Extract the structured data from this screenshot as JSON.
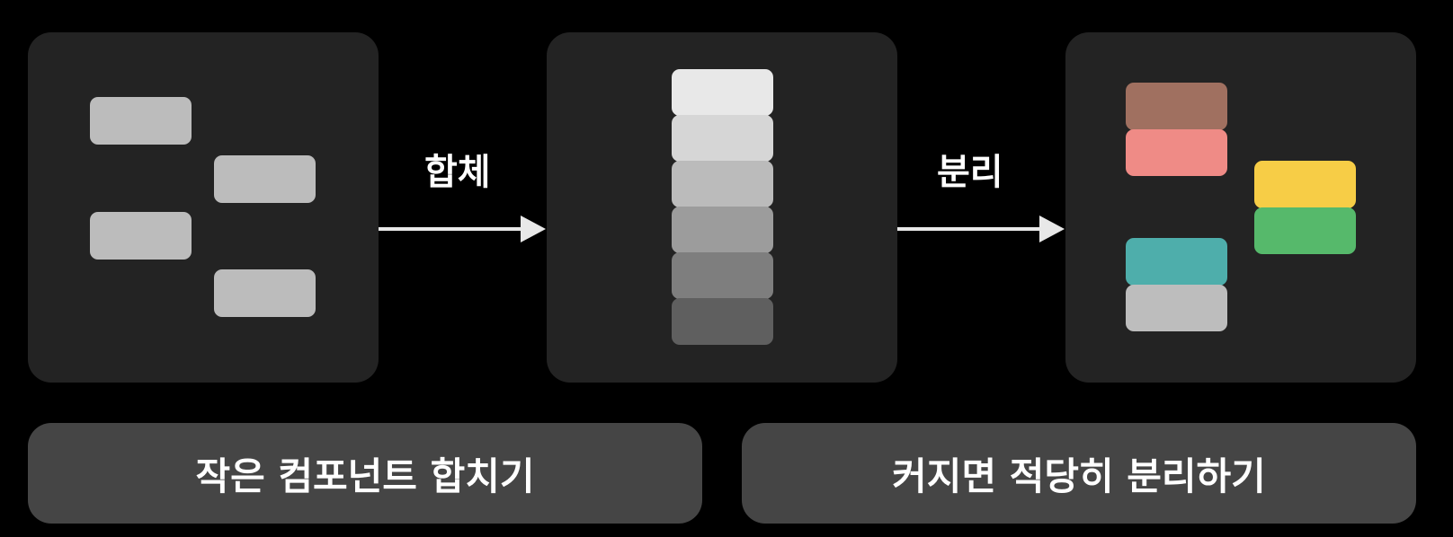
{
  "labels": {
    "merge": "합체",
    "split": "분리"
  },
  "captions": {
    "left": "작은 컴포넌트 합치기",
    "right": "커지면 적당히 분리하기"
  },
  "colors": {
    "background": "#000000",
    "panel": "#232323",
    "caption_bg": "#454545",
    "scattered_block": "#bcbcbc",
    "arrow": "#e8e8e8",
    "stack_shades": [
      "#e8e8e8",
      "#d6d6d6",
      "#bbbbbb",
      "#9c9c9c",
      "#7e7e7e",
      "#5f5f5f"
    ],
    "group_brown": "#a07060",
    "group_pink": "#ef8b86",
    "group_yellow": "#f7cd46",
    "group_green": "#56b96b",
    "group_teal": "#4eaeab",
    "group_gray": "#bdbdbd"
  }
}
